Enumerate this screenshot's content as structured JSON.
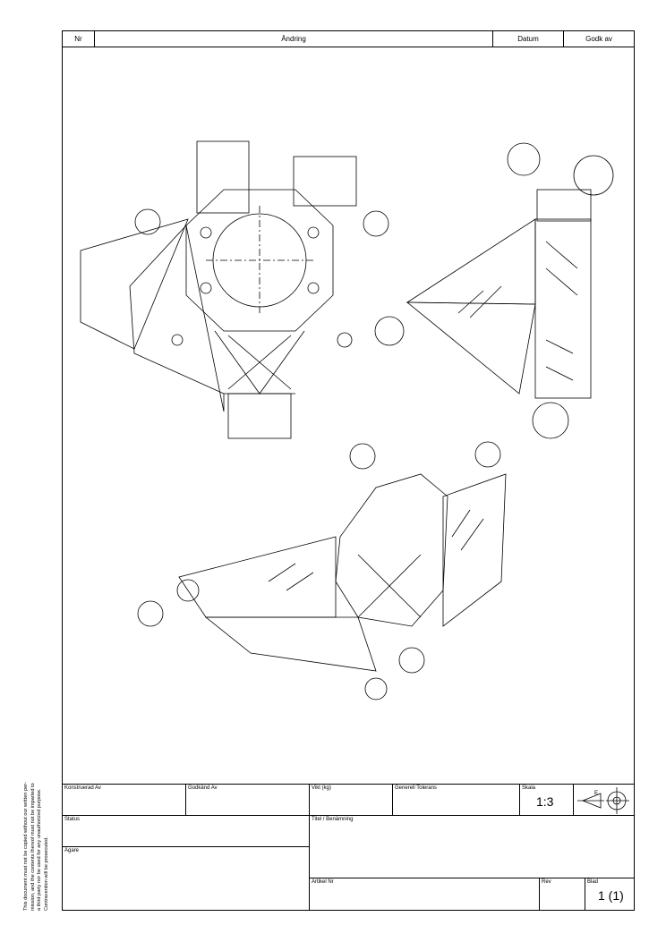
{
  "revision_header": {
    "nr": "Nr",
    "andring": "Ändring",
    "datum": "Datum",
    "godk_av": "Godk av"
  },
  "title_block": {
    "konstruerad_av": "Konstruerad Av",
    "godkand_av": "Godkänd Av",
    "vikt": "Vikt (kg)",
    "generell_tolerans": "Generell Tolerans",
    "skala_label": "Skala",
    "skala_value": "1:3",
    "projection_symbol_letter": "E",
    "status": "Status",
    "agare": "Ägare",
    "titel": "Titel / Benämning",
    "artikel_nr": "Artikel Nr",
    "rev": "Rev",
    "blad_label": "Blad",
    "blad_value": "1 (1)"
  },
  "disclaimer": [
    "This document must not be copied without our written per-",
    "mission, and the contents thereof must not be imparted to",
    "a third party nor be used for any unauthorized purpose.",
    "Contravention will be prosecuted."
  ]
}
